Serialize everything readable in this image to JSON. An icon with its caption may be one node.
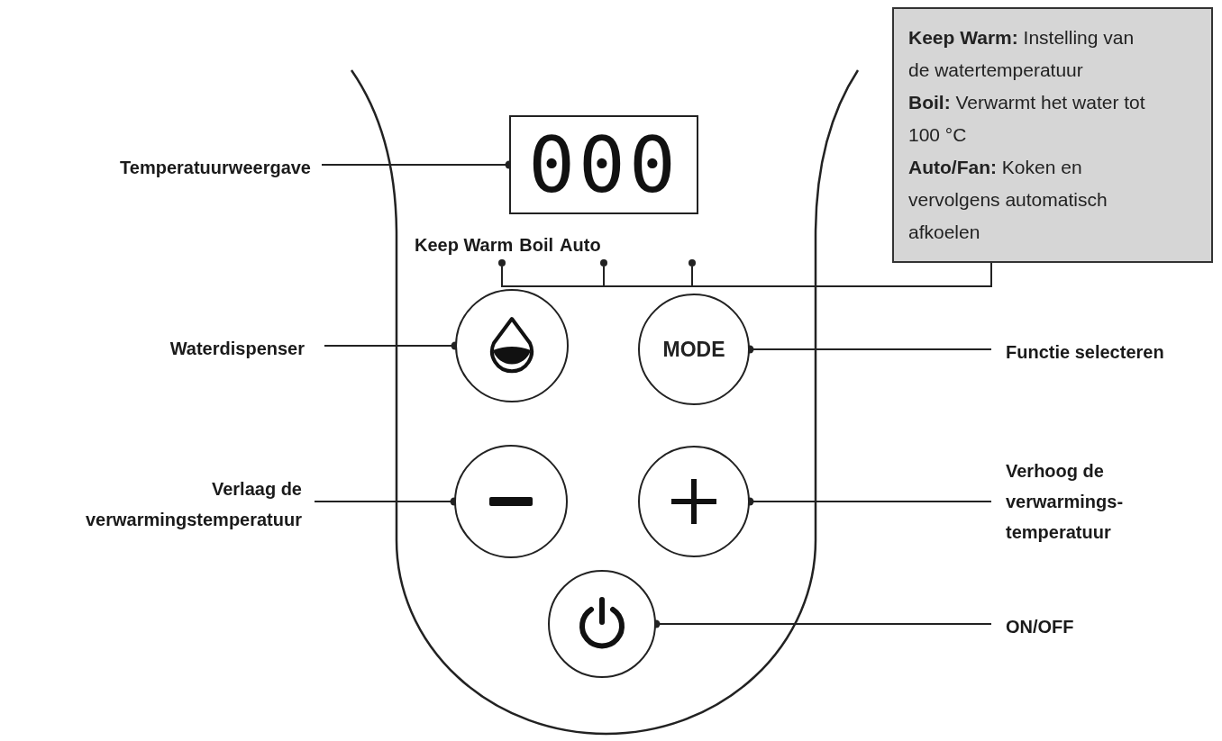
{
  "diagram": {
    "nodes": [
      {
        "text": [
          "Temperatuurweergave"
        ]
      },
      {
        "text": [
          "000"
        ]
      },
      {
        "text": [
          "Waterdispenser"
        ]
      },
      {
        "text": [],
        "shape": "circle"
      },
      {
        "text": [
          "MODE"
        ]
      },
      {
        "text": [
          "Functie selecteren"
        ]
      },
      {
        "text": [
          "Verlaag de verwarmingstemperatuur"
        ]
      },
      {
        "text": [],
        "shape": "circle"
      },
      {
        "text": [],
        "shape": "circle"
      },
      {
        "text": [
          "Verhoog de verwarmings- temperatuur"
        ]
      },
      {
        "text": [],
        "shape": "circle"
      },
      {
        "text": [
          "ON/OFF"
        ]
      },
      {
        "text": [
          "**Keep Warm:** Instelling van de watertemperatuur",
          "**Boil:** Verwarmt het water tot 100 °C",
          "**Auto/Fan:** Koken en vervolgens automatisch afkoelen"
        ]
      },
      {
        "text": [],
        "shape": "circle"
      },
      {
        "text": [],
        "shape": "circle"
      },
      {
        "text": [],
        "shape": "circle"
      }
    ],
    "edges": [
      {
        "from": 0,
        "to": 1,
        "arrow": "other"
      },
      {
        "from": 2,
        "to": 3,
        "arrow": "other"
      },
      {
        "from": 5,
        "to": 4,
        "arrow": "other"
      },
      {
        "from": 6,
        "to": 7,
        "arrow": "other"
      },
      {
        "from": 9,
        "to": 8,
        "arrow": "other"
      },
      {
        "from": 11,
        "to": 10,
        "arrow": "other"
      },
      {
        "from": 12,
        "to": 13,
        "arrow": "none"
      },
      {
        "from": 12,
        "to": 14,
        "arrow": "none"
      },
      {
        "from": 12,
        "to": 15,
        "arrow": "none"
      }
    ],
    "labels": [
      "Keep Warm",
      "Boil",
      "Auto"
    ]
  }
}
